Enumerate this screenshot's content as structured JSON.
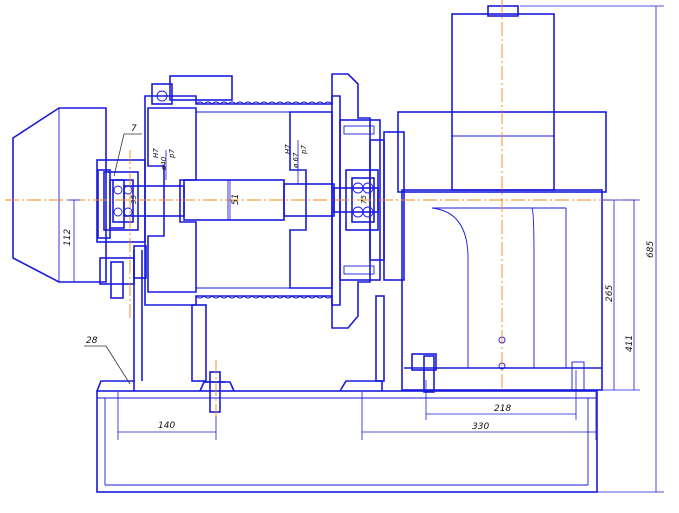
{
  "dimensions": {
    "d112": "112",
    "d51": "51",
    "d265": "265",
    "d411": "411",
    "d685": "685",
    "d140": "140",
    "d218": "218",
    "d330": "330"
  },
  "bearings": {
    "left": "35",
    "right": "75"
  },
  "fits": {
    "left_top": "H7",
    "left_diam": "ø40",
    "left_bottom": "p7",
    "right_top": "H7",
    "right_diam": "ø 67",
    "right_bottom": "p7"
  },
  "callouts": {
    "part_7": "7",
    "part_28": "28"
  },
  "colors": {
    "outline": "#1a1adb",
    "centerline": "#e8891a",
    "text": "#111111"
  }
}
